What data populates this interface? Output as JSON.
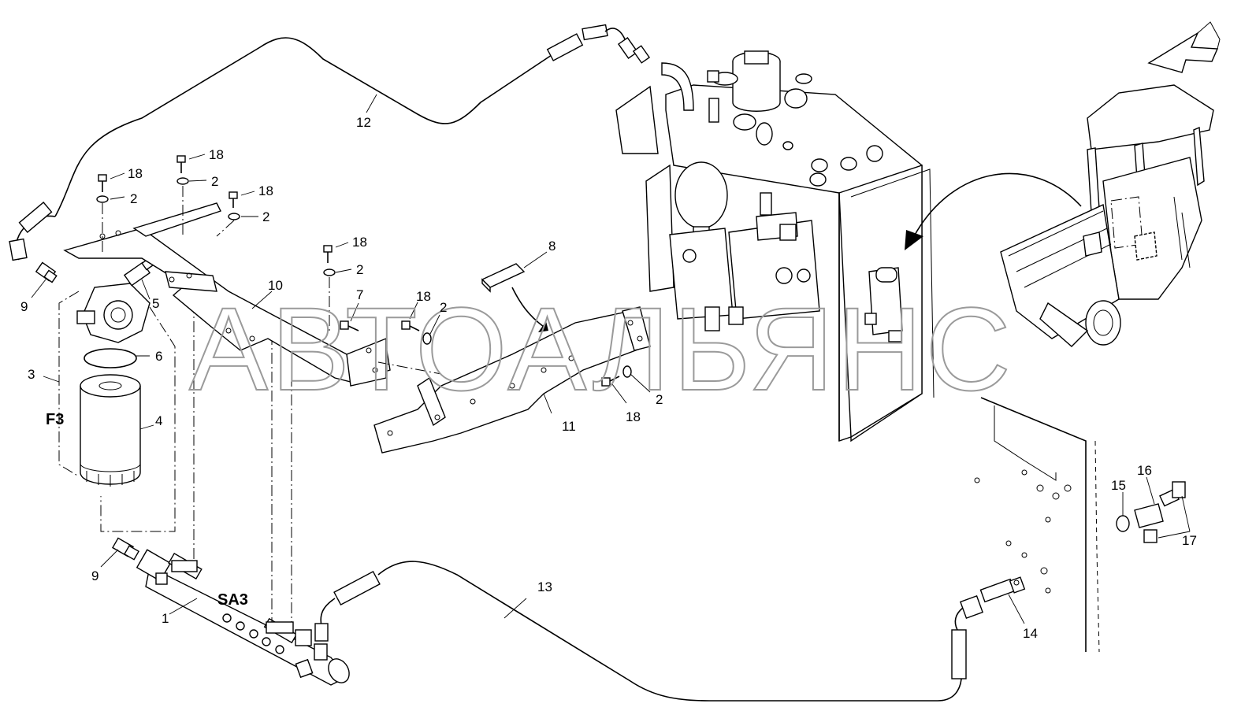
{
  "watermark": "АВТОАЛЬЯНС",
  "circuit_labels": {
    "filter": "F3",
    "manifold": "SA3"
  },
  "callouts": {
    "c1": "1",
    "c2a": "2",
    "c2b": "2",
    "c2c": "2",
    "c2d": "2",
    "c2e": "2",
    "c2f": "2",
    "c3": "3",
    "c4": "4",
    "c5": "5",
    "c6": "6",
    "c7": "7",
    "c8": "8",
    "c9a": "9",
    "c9b": "9",
    "c10": "10",
    "c11": "11",
    "c12": "12",
    "c13": "13",
    "c14": "14",
    "c15": "15",
    "c16": "16",
    "c17": "17",
    "c18a": "18",
    "c18b": "18",
    "c18c": "18",
    "c18d": "18",
    "c18e": "18",
    "c18f": "18"
  }
}
